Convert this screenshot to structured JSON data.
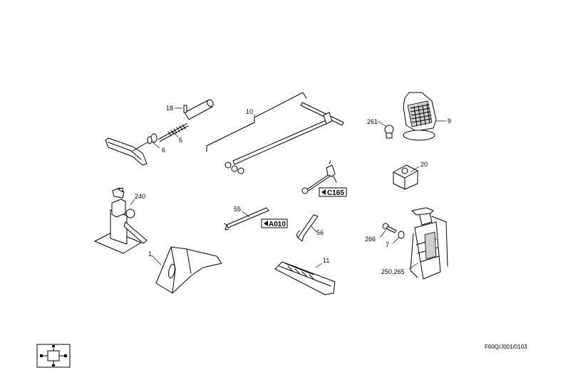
{
  "parts": [
    {
      "id": "p18",
      "label": "18"
    },
    {
      "id": "p5",
      "label": "5"
    },
    {
      "id": "p6",
      "label": "6"
    },
    {
      "id": "p10",
      "label": "10"
    },
    {
      "id": "p261",
      "label": "261"
    },
    {
      "id": "p9",
      "label": "9"
    },
    {
      "id": "p20",
      "label": "20"
    },
    {
      "id": "p240",
      "label": "240"
    },
    {
      "id": "p55",
      "label": "55"
    },
    {
      "id": "p56",
      "label": "56"
    },
    {
      "id": "p1",
      "label": "1"
    },
    {
      "id": "p11",
      "label": "11"
    },
    {
      "id": "p266",
      "label": "266"
    },
    {
      "id": "p7",
      "label": "7"
    },
    {
      "id": "p250",
      "label": "250,265"
    }
  ],
  "references": [
    {
      "id": "C165",
      "label": "C165"
    },
    {
      "id": "A010",
      "label": "A010"
    }
  ],
  "drawing_code": "F60Q/J001/0103",
  "nav_icon": "diagram-navigation-icon"
}
